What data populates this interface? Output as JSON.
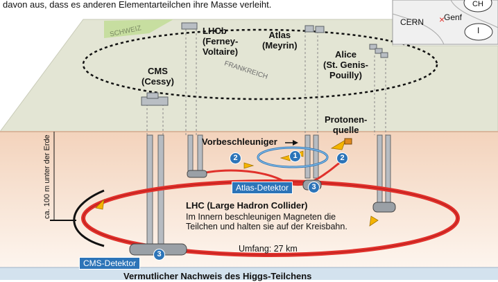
{
  "intro_text": "davon aus, dass es anderen Elementarteilchen ihre Masse verleiht.",
  "map": {
    "ch": "CH",
    "cern": "CERN",
    "genf": "Genf",
    "i": "I"
  },
  "country_labels": {
    "schweiz": "SCHWEIZ",
    "frankreich": "FRANKREICH"
  },
  "sites": {
    "lhcb": "LHCb\n(Ferney-\nVoltaire)",
    "atlas": "Atlas\n(Meyrin)",
    "alice": "Alice\n(St. Genis-\nPouilly)",
    "cms": "CMS\n(Cessy)"
  },
  "depth_label": "ca. 100 m unter der Erde",
  "vorbeschleuniger": "Vorbeschleuniger",
  "protonenquelle": "Protonen-\nquelle",
  "atlas_detektor": "Atlas-Detektor",
  "cms_detektor": "CMS-Detektor",
  "lhc_title": "LHC (Large Hadron Collider)",
  "lhc_desc": "Im Innern beschleunigen Magneten die\nTeilchen und halten sie auf der Kreisbahn.",
  "umfang": "Umfang: 27 km",
  "bottom_caption": "Vermutlicher Nachweis des Higgs-Teilchens",
  "step_numbers": {
    "one": "1",
    "two": "2",
    "three": "3"
  },
  "colors": {
    "ring": "#e0312b",
    "blue": "#2c74b8",
    "ground": "#f1d4bf",
    "surface": "#e4e6d6",
    "arrow": "#f5b400"
  }
}
